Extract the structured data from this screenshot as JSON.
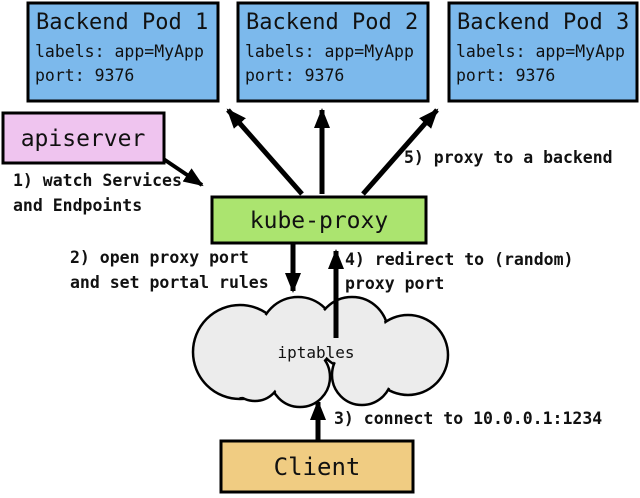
{
  "diagram": {
    "title": "kube-proxy userspace proxy flow",
    "colors": {
      "background": "#ffffff",
      "pod_fill": "#7cb9ec",
      "apiserver_fill": "#efc4ef",
      "kube_proxy_fill": "#abe46f",
      "client_fill": "#f0cc82",
      "cloud_fill": "#ececec",
      "border": "#000000"
    },
    "pods": [
      {
        "title": "Backend Pod 1",
        "labels": "labels: app=MyApp",
        "port": "port: 9376"
      },
      {
        "title": "Backend Pod 2",
        "labels": "labels: app=MyApp",
        "port": "port: 9376"
      },
      {
        "title": "Backend Pod 3",
        "labels": "labels: app=MyApp",
        "port": "port: 9376"
      }
    ],
    "nodes": {
      "apiserver": "apiserver",
      "kube_proxy": "kube-proxy",
      "iptables": "iptables",
      "client": "Client"
    },
    "steps": {
      "s1": {
        "line1": "1) watch Services",
        "line2": "and Endpoints"
      },
      "s2": {
        "line1": "2) open proxy port",
        "line2": "and set portal rules"
      },
      "s3": {
        "line1": "3) connect to 10.0.0.1:1234"
      },
      "s4": {
        "line1": "4) redirect to (random)",
        "line2": "proxy port"
      },
      "s5": {
        "line1": "5) proxy to a backend"
      }
    }
  }
}
